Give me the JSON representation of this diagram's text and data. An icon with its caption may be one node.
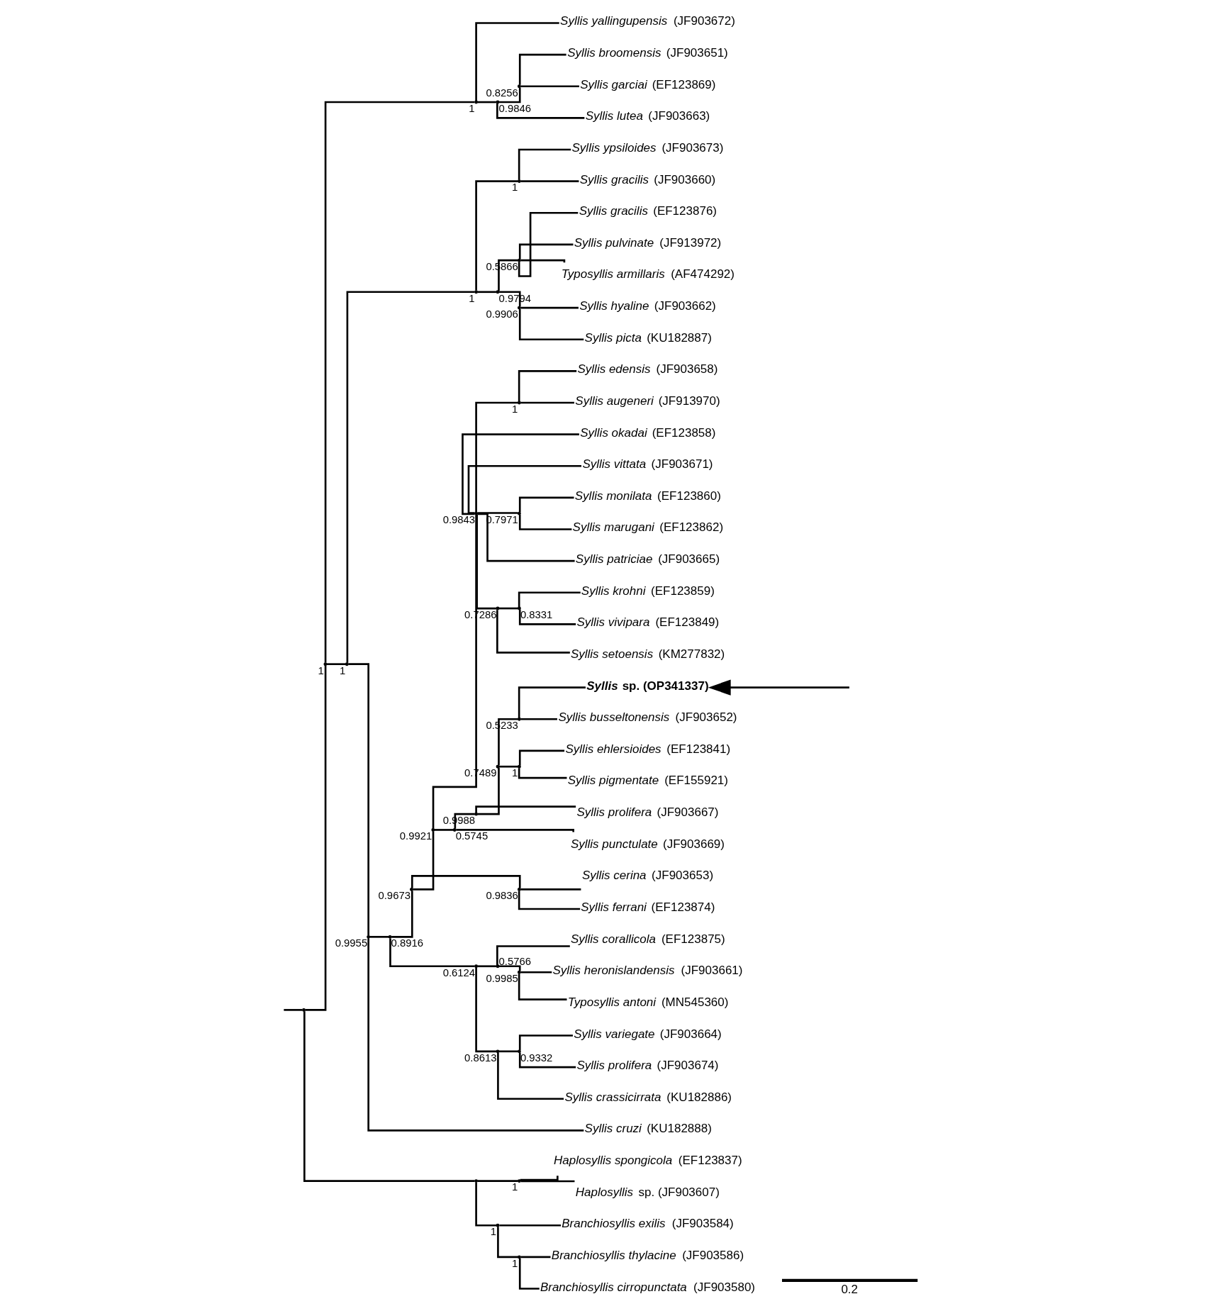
{
  "diagram": {
    "nodes": [
      {
        "text": [],
        "shape": "point"
      },
      {
        "text": [],
        "shape": "point",
        "beside": [
          "1"
        ]
      },
      {
        "text": [],
        "shape": "point",
        "beside": [
          "1"
        ]
      },
      {
        "text": [
          "*Syllis yallingupensis* (JF903672)"
        ]
      },
      {
        "text": [],
        "shape": "point",
        "beside": [
          "0.9846"
        ]
      },
      {
        "text": [],
        "shape": "point",
        "beside": [
          "0.8256"
        ]
      },
      {
        "text": [
          "*Syllis broomensis* (JF903651)"
        ]
      },
      {
        "text": [
          "*Syllis garciai* (EF123869)"
        ]
      },
      {
        "text": [
          "*Syllis lutea* (JF903663)"
        ]
      },
      {
        "text": [],
        "shape": "point",
        "beside": [
          "1"
        ]
      },
      {
        "text": [],
        "shape": "point",
        "beside": [
          "1"
        ]
      },
      {
        "text": [],
        "shape": "point",
        "beside": [
          "1"
        ]
      },
      {
        "text": [
          "*Syllis ypsiloides* (JF903673)"
        ]
      },
      {
        "text": [
          "*Syllis gracilis* (JF903660)"
        ]
      },
      {
        "text": [],
        "shape": "point",
        "beside": [
          "0.9794"
        ]
      },
      {
        "text": [],
        "shape": "point",
        "beside": [
          "0.5866"
        ]
      },
      {
        "text": [
          "*Syllis gracilis* (EF123876)"
        ]
      },
      {
        "text": [
          "*Syllis pulvinate* (JF913972)"
        ]
      },
      {
        "text": [
          "*Typosyllis armillaris* (AF474292)"
        ]
      },
      {
        "text": [],
        "shape": "point",
        "beside": [
          "0.9906"
        ]
      },
      {
        "text": [
          "*Syllis hyaline* (JF903662)"
        ]
      },
      {
        "text": [
          "*Syllis picta* (KU182887)"
        ]
      },
      {
        "text": [],
        "shape": "point",
        "beside": [
          "0.9955"
        ]
      },
      {
        "text": [],
        "shape": "point",
        "beside": [
          "0.8916"
        ]
      },
      {
        "text": [],
        "shape": "point",
        "beside": [
          "0.9673"
        ]
      },
      {
        "text": [],
        "shape": "point",
        "beside": [
          "0.9921"
        ]
      },
      {
        "text": [],
        "shape": "point",
        "beside": [
          "0.9843"
        ]
      },
      {
        "text": [],
        "shape": "point",
        "beside": [
          "1"
        ]
      },
      {
        "text": [
          "*Syllis edensis* (JF903658)"
        ]
      },
      {
        "text": [
          "*Syllis augeneri* (JF913970)"
        ]
      },
      {
        "text": [
          "*Syllis okadai* (EF123858)"
        ]
      },
      {
        "text": [
          "*Syllis vittata* (JF903671)"
        ]
      },
      {
        "text": [],
        "shape": "point",
        "beside": [
          "0.7971"
        ]
      },
      {
        "text": [
          "*Syllis monilata* (EF123860)"
        ]
      },
      {
        "text": [
          "*Syllis marugani* (EF123862)"
        ]
      },
      {
        "text": [
          "*Syllis patriciae* (JF903665)"
        ]
      },
      {
        "text": [],
        "shape": "point",
        "beside": [
          "0.7286"
        ]
      },
      {
        "text": [],
        "shape": "point",
        "beside": [
          "0.8331"
        ]
      },
      {
        "text": [
          "*Syllis krohni* (EF123859)"
        ]
      },
      {
        "text": [
          "*Syllis vivipara* (EF123849)"
        ]
      },
      {
        "text": [
          "*Syllis setoensis* (KM277832)"
        ]
      },
      {
        "text": [],
        "shape": "point",
        "beside": [
          "0.5745"
        ]
      },
      {
        "text": [],
        "shape": "point",
        "beside": [
          "0.9988"
        ]
      },
      {
        "text": [],
        "shape": "point",
        "beside": [
          "0.7489"
        ]
      },
      {
        "text": [],
        "shape": "point",
        "beside": [
          "0.5233"
        ]
      },
      {
        "text": [
          "***Syllis* sp. (OP341337)**"
        ]
      },
      {
        "text": [
          "*Syllis busseltonensis* (JF903652)"
        ]
      },
      {
        "text": [],
        "shape": "point",
        "beside": [
          "1"
        ]
      },
      {
        "text": [
          "*Syllis ehlersioides* (EF123841)"
        ]
      },
      {
        "text": [
          "*Syllis pigmentate* (EF155921)"
        ]
      },
      {
        "text": [
          "*Syllis prolifera* (JF903667)"
        ]
      },
      {
        "text": [
          "*Syllis punctulate* (JF903669)"
        ]
      },
      {
        "text": [],
        "shape": "point",
        "beside": [
          "0.9836"
        ]
      },
      {
        "text": [
          "*Syllis cerina* (JF903653)"
        ]
      },
      {
        "text": [
          "*Syllis ferrani* (EF123874)"
        ]
      },
      {
        "text": [],
        "shape": "point",
        "beside": [
          "0.6124"
        ]
      },
      {
        "text": [],
        "shape": "point",
        "beside": [
          "0.5766"
        ]
      },
      {
        "text": [
          "*Syllis corallicola* (EF123875)"
        ]
      },
      {
        "text": [],
        "shape": "point",
        "beside": [
          "0.9985"
        ]
      },
      {
        "text": [
          "*Syllis heronislandensis* (JF903661)"
        ]
      },
      {
        "text": [
          "*Typosyllis antoni* (MN545360)"
        ]
      },
      {
        "text": [],
        "shape": "point",
        "beside": [
          "0.8613"
        ]
      },
      {
        "text": [],
        "shape": "point",
        "beside": [
          "0.9332"
        ]
      },
      {
        "text": [
          "*Syllis variegate* (JF903664)"
        ]
      },
      {
        "text": [
          "*Syllis prolifera* (JF903674)"
        ]
      },
      {
        "text": [
          "*Syllis crassicirrata* (KU182886)"
        ]
      },
      {
        "text": [
          "*Syllis cruzi* (KU182888)"
        ]
      },
      {
        "text": [],
        "shape": "point"
      },
      {
        "text": [],
        "shape": "point",
        "beside": [
          "1"
        ]
      },
      {
        "text": [
          "*Haplosyllis spongicola* (EF123837)"
        ]
      },
      {
        "text": [
          "*Haplosyllis* sp. (JF903607)"
        ]
      },
      {
        "text": [],
        "shape": "point",
        "beside": [
          "1"
        ]
      },
      {
        "text": [
          "*Branchiosyllis exilis* (JF903584)"
        ]
      },
      {
        "text": [],
        "shape": "point",
        "beside": [
          "1"
        ]
      },
      {
        "text": [
          "*Branchiosyllis thylacine* (JF903586)"
        ]
      },
      {
        "text": [
          "*Branchiosyllis cirropunctata* (JF903580)"
        ]
      }
    ],
    "edges": [
      {
        "from": null,
        "to": 0,
        "arrow": "none"
      },
      {
        "from": 0,
        "to": 1,
        "arrow": "none"
      },
      {
        "from": 0,
        "to": 67,
        "arrow": "none"
      },
      {
        "from": 1,
        "to": 2,
        "arrow": "none"
      },
      {
        "from": 1,
        "to": 9,
        "arrow": "none"
      },
      {
        "from": 2,
        "to": 3,
        "arrow": "none"
      },
      {
        "from": 2,
        "to": 4,
        "arrow": "none"
      },
      {
        "from": 4,
        "to": 5,
        "arrow": "none"
      },
      {
        "from": 4,
        "to": 8,
        "arrow": "none"
      },
      {
        "from": 5,
        "to": 6,
        "arrow": "none"
      },
      {
        "from": 5,
        "to": 7,
        "arrow": "none"
      },
      {
        "from": 9,
        "to": 10,
        "arrow": "none"
      },
      {
        "from": 9,
        "to": 22,
        "arrow": "none"
      },
      {
        "from": 10,
        "to": 11,
        "arrow": "none"
      },
      {
        "from": 10,
        "to": 14,
        "arrow": "none"
      },
      {
        "from": 11,
        "to": 12,
        "arrow": "none"
      },
      {
        "from": 11,
        "to": 13,
        "arrow": "none"
      },
      {
        "from": 14,
        "to": 15,
        "arrow": "none"
      },
      {
        "from": 14,
        "to": 19,
        "arrow": "none"
      },
      {
        "from": 15,
        "to": 16,
        "arrow": "none"
      },
      {
        "from": 15,
        "to": 17,
        "arrow": "none"
      },
      {
        "from": 15,
        "to": 18,
        "arrow": "none"
      },
      {
        "from": 19,
        "to": 20,
        "arrow": "none"
      },
      {
        "from": 19,
        "to": 21,
        "arrow": "none"
      },
      {
        "from": 22,
        "to": 23,
        "arrow": "none"
      },
      {
        "from": 22,
        "to": 66,
        "arrow": "none"
      },
      {
        "from": 23,
        "to": 24,
        "arrow": "none"
      },
      {
        "from": 23,
        "to": 55,
        "arrow": "none"
      },
      {
        "from": 24,
        "to": 25,
        "arrow": "none"
      },
      {
        "from": 24,
        "to": 52,
        "arrow": "none"
      },
      {
        "from": 25,
        "to": 26,
        "arrow": "none"
      },
      {
        "from": 25,
        "to": 41,
        "arrow": "none"
      },
      {
        "from": 26,
        "to": 27,
        "arrow": "none"
      },
      {
        "from": 26,
        "to": 30,
        "arrow": "none"
      },
      {
        "from": 26,
        "to": 31,
        "arrow": "none"
      },
      {
        "from": 26,
        "to": 32,
        "arrow": "none"
      },
      {
        "from": 26,
        "to": 35,
        "arrow": "none"
      },
      {
        "from": 26,
        "to": 36,
        "arrow": "none"
      },
      {
        "from": 27,
        "to": 28,
        "arrow": "none"
      },
      {
        "from": 27,
        "to": 29,
        "arrow": "none"
      },
      {
        "from": 32,
        "to": 33,
        "arrow": "none"
      },
      {
        "from": 32,
        "to": 34,
        "arrow": "none"
      },
      {
        "from": 36,
        "to": 37,
        "arrow": "none"
      },
      {
        "from": 36,
        "to": 40,
        "arrow": "none"
      },
      {
        "from": 37,
        "to": 38,
        "arrow": "none"
      },
      {
        "from": 37,
        "to": 39,
        "arrow": "none"
      },
      {
        "from": 41,
        "to": 42,
        "arrow": "none"
      },
      {
        "from": 41,
        "to": 51,
        "arrow": "none"
      },
      {
        "from": 42,
        "to": 43,
        "arrow": "none"
      },
      {
        "from": 42,
        "to": 50,
        "arrow": "none"
      },
      {
        "from": 43,
        "to": 44,
        "arrow": "none"
      },
      {
        "from": 43,
        "to": 47,
        "arrow": "none"
      },
      {
        "from": 44,
        "to": 45,
        "arrow": "none"
      },
      {
        "from": 44,
        "to": 46,
        "arrow": "none"
      },
      {
        "from": 47,
        "to": 48,
        "arrow": "none"
      },
      {
        "from": 47,
        "to": 49,
        "arrow": "none"
      },
      {
        "from": 52,
        "to": 53,
        "arrow": "none"
      },
      {
        "from": 52,
        "to": 54,
        "arrow": "none"
      },
      {
        "from": 55,
        "to": 56,
        "arrow": "none"
      },
      {
        "from": 55,
        "to": 61,
        "arrow": "none"
      },
      {
        "from": 56,
        "to": 57,
        "arrow": "none"
      },
      {
        "from": 56,
        "to": 58,
        "arrow": "none"
      },
      {
        "from": 58,
        "to": 59,
        "arrow": "none"
      },
      {
        "from": 58,
        "to": 60,
        "arrow": "none"
      },
      {
        "from": 61,
        "to": 62,
        "arrow": "none"
      },
      {
        "from": 61,
        "to": 65,
        "arrow": "none"
      },
      {
        "from": 62,
        "to": 63,
        "arrow": "none"
      },
      {
        "from": 62,
        "to": 64,
        "arrow": "none"
      },
      {
        "from": 67,
        "to": 68,
        "arrow": "none"
      },
      {
        "from": 67,
        "to": 71,
        "arrow": "none"
      },
      {
        "from": 68,
        "to": 69,
        "arrow": "none"
      },
      {
        "from": 68,
        "to": 70,
        "arrow": "none"
      },
      {
        "from": 71,
        "to": 72,
        "arrow": "none"
      },
      {
        "from": 71,
        "to": 73,
        "arrow": "none"
      },
      {
        "from": 73,
        "to": 74,
        "arrow": "none"
      },
      {
        "from": 73,
        "to": 75,
        "arrow": "none"
      },
      {
        "from": null,
        "to": 45,
        "arrow": "to"
      }
    ],
    "labels": [
      "0.2"
    ]
  }
}
